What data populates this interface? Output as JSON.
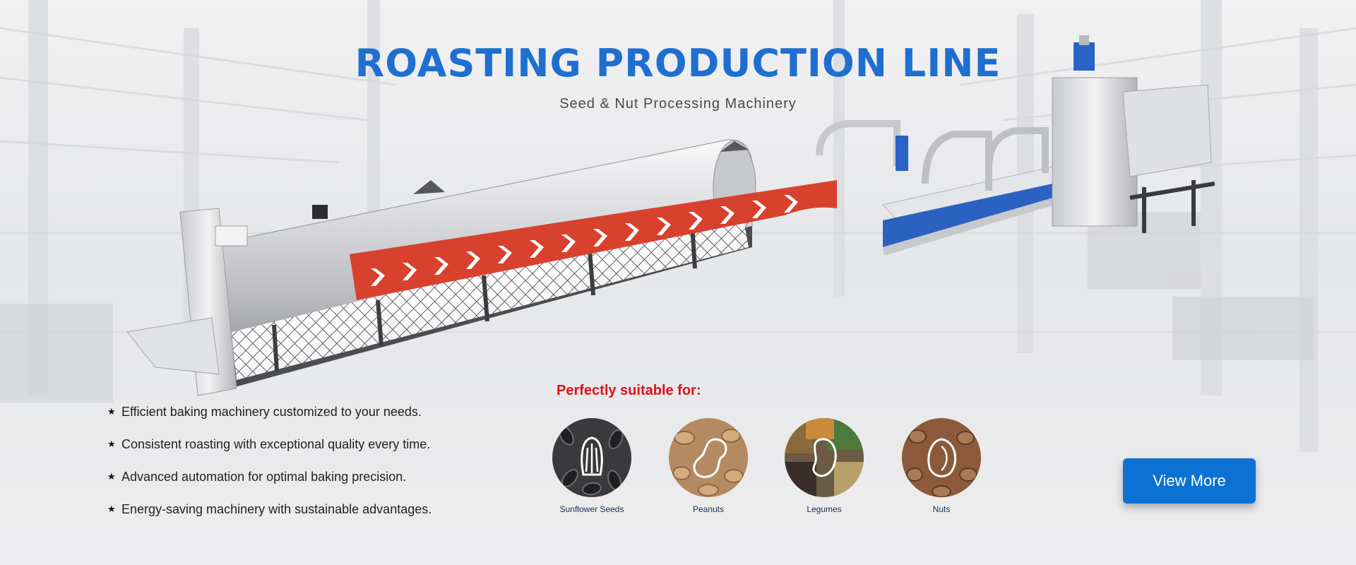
{
  "hero": {
    "title": "ROASTING PRODUCTION LINE",
    "subtitle": "Seed & Nut Processing Machinery"
  },
  "features": [
    "Efficient baking machinery customized to your needs.",
    "Consistent roasting with exceptional quality every time.",
    "Advanced automation for optimal baking precision.",
    "Energy-saving machinery with sustainable advantages."
  ],
  "suitable": {
    "title": "Perfectly suitable for:",
    "categories": [
      {
        "label": "Sunflower Seeds",
        "icon": "sunflower-seed-icon"
      },
      {
        "label": "Peanuts",
        "icon": "peanut-icon"
      },
      {
        "label": "Legumes",
        "icon": "bean-icon"
      },
      {
        "label": "Nuts",
        "icon": "nut-icon"
      }
    ]
  },
  "cta": {
    "label": "View More"
  },
  "colors": {
    "accent": "#1f6fd0",
    "highlight": "#e0121b",
    "button": "#0b72d4",
    "drum_band": "#d9412f"
  }
}
